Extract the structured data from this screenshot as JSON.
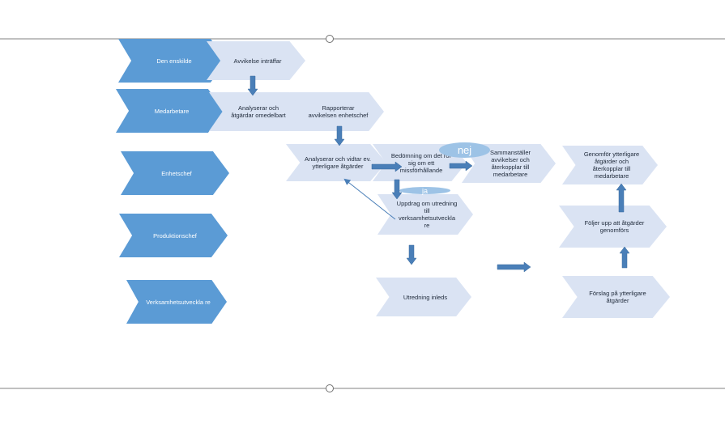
{
  "lanes": [
    {
      "label": "Den enskilde"
    },
    {
      "label": "Medarbetare"
    },
    {
      "label": "Enhetschef"
    },
    {
      "label": "Produktionschef"
    },
    {
      "label": "Verksamhetsutveckla re"
    }
  ],
  "steps": {
    "s1": "Avvikelse inträffar",
    "s2": "Analyserar och åtgärdar omedelbart",
    "s3": "Rapporterar avvikelsen enhetschef",
    "s4": "Analyserar och vidtar ev. ytterligare åtgärder",
    "s5": "Bedömning om det rör sig om ett missförhållande",
    "s6": "Sammanställer avvikelser och återkopplar till medarbetare",
    "s7": "Uppdrag om utredning till verksamhetsutveckla re",
    "s8": "Utredning inleds",
    "s9": "Förslag på ytterligare åtgärder",
    "s10": "Följer upp att åtgärder genomförs",
    "s11": "Genomför ytterligare åtgärder och återkopplar till medarbetare"
  },
  "decisions": {
    "no": "nej",
    "yes": "ja"
  },
  "colors": {
    "lane_fill": "#5b9bd5",
    "step_fill": "#dae3f3",
    "arrow": "#4a7fb8",
    "bubble": "#9dc3e6",
    "frame_line": "#808080"
  }
}
